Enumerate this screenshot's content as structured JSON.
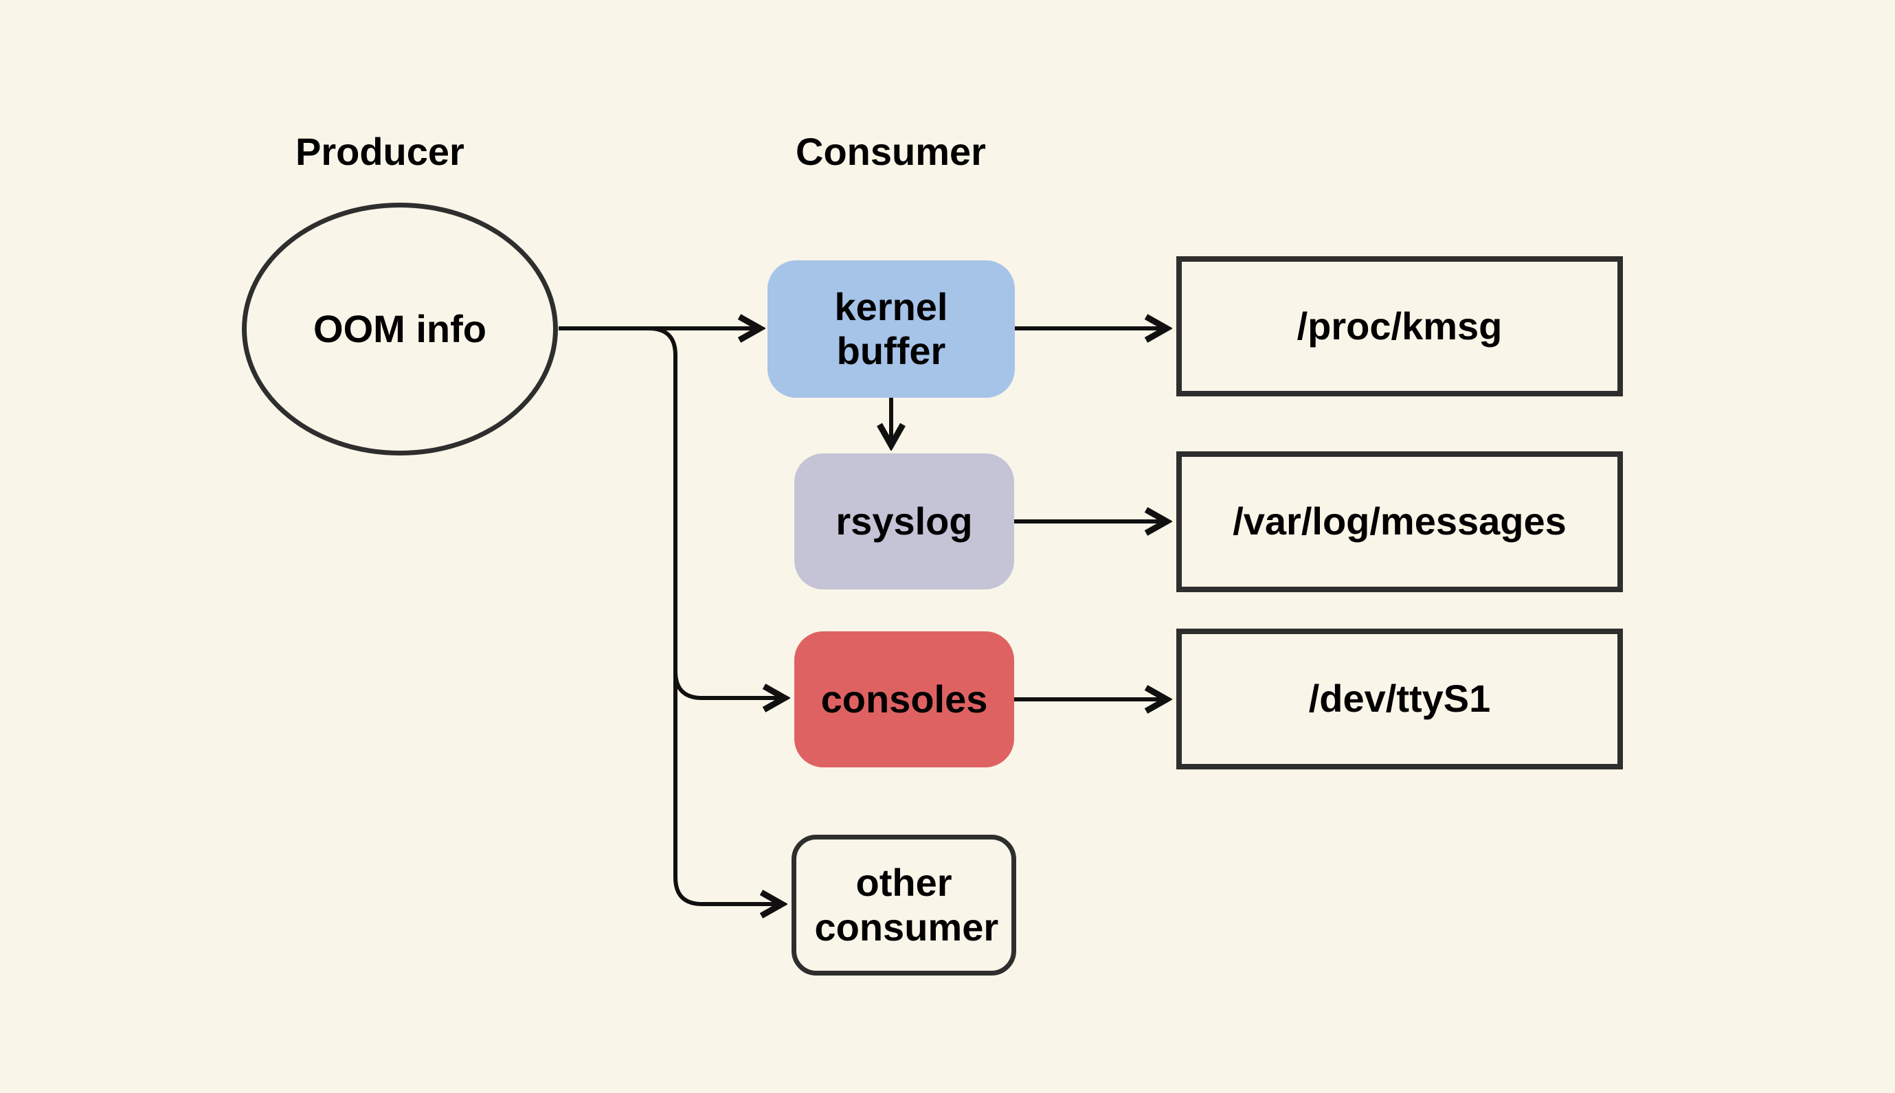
{
  "diagram": {
    "column_labels": {
      "producer": "Producer",
      "consumer": "Consumer"
    },
    "nodes": {
      "oom_info": {
        "label": "OOM info",
        "shape": "ellipse"
      },
      "kernel_buffer": {
        "label": "kernel buffer",
        "shape": "rounded-rect",
        "fill": "#a6c3e8"
      },
      "rsyslog": {
        "label": "rsyslog",
        "shape": "rounded-rect",
        "fill": "#c5c4d6"
      },
      "consoles": {
        "label": "consoles",
        "shape": "rounded-rect",
        "fill": "#df6263"
      },
      "other_consumer": {
        "label": "other consumer",
        "shape": "rounded-rect-outline"
      },
      "proc_kmsg": {
        "label": "/proc/kmsg",
        "shape": "rect-outline"
      },
      "var_log_messages": {
        "label": "/var/log/messages",
        "shape": "rect-outline"
      },
      "dev_ttys1": {
        "label": "/dev/ttyS1",
        "shape": "rect-outline"
      }
    },
    "edges": [
      {
        "from": "oom_info",
        "to": "kernel_buffer"
      },
      {
        "from": "kernel_buffer",
        "to": "proc_kmsg"
      },
      {
        "from": "kernel_buffer",
        "to": "rsyslog"
      },
      {
        "from": "rsyslog",
        "to": "var_log_messages"
      },
      {
        "from": "oom_info",
        "to": "consoles"
      },
      {
        "from": "consoles",
        "to": "dev_ttys1"
      },
      {
        "from": "oom_info",
        "to": "other_consumer"
      }
    ],
    "colors": {
      "background": "#f9f5e8",
      "node_border": "#2e2e2e",
      "arrow": "#101010",
      "text": "#000000",
      "kernel_buffer_fill": "#a6c3e8",
      "rsyslog_fill": "#c5c4d6",
      "consoles_fill": "#df6263"
    }
  }
}
